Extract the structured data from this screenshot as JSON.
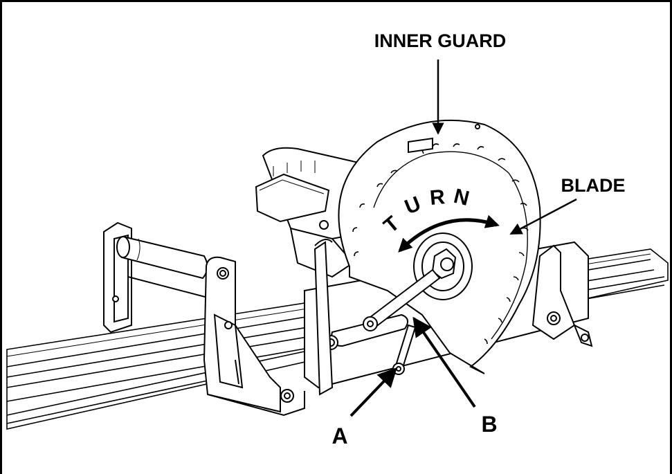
{
  "labels": {
    "inner_guard": "INNER GUARD",
    "blade": "BLADE",
    "turn": "TURN",
    "a": "A",
    "b": "B"
  },
  "colors": {
    "ink": "#000000",
    "paper": "#ffffff",
    "shade": "#d9d9d9",
    "dark_shade": "#9a9a9a"
  }
}
